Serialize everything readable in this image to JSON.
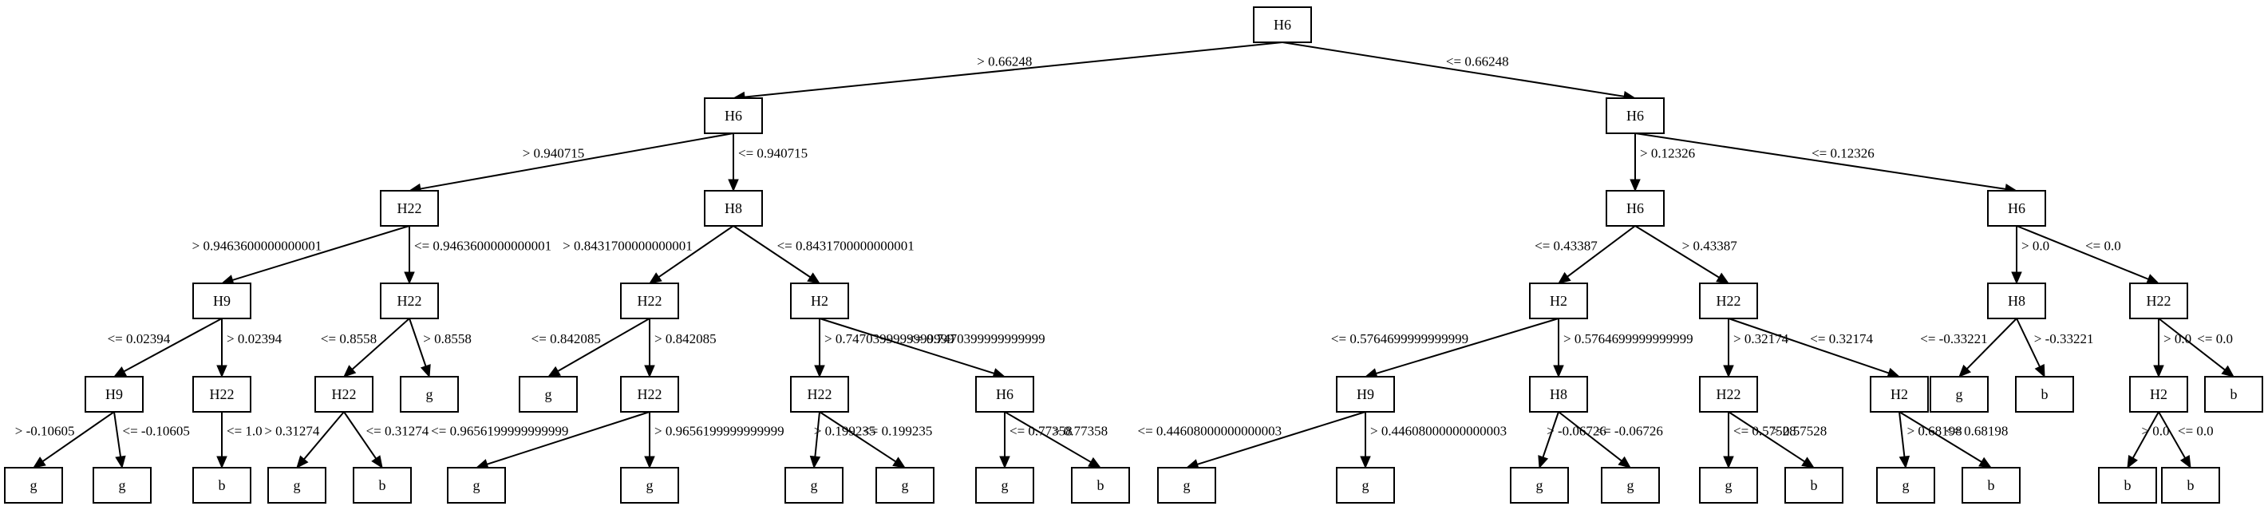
{
  "nodes": [
    {
      "id": "n0",
      "label": "H6"
    },
    {
      "id": "n1",
      "label": "H6"
    },
    {
      "id": "n2",
      "label": "H6"
    },
    {
      "id": "n3",
      "label": "H22"
    },
    {
      "id": "n4",
      "label": "H8"
    },
    {
      "id": "n5",
      "label": "H6"
    },
    {
      "id": "n6",
      "label": "H6"
    },
    {
      "id": "n7",
      "label": "H9"
    },
    {
      "id": "n8",
      "label": "H22"
    },
    {
      "id": "n9",
      "label": "H22"
    },
    {
      "id": "n10",
      "label": "H2"
    },
    {
      "id": "n11",
      "label": "H2"
    },
    {
      "id": "n12",
      "label": "H22"
    },
    {
      "id": "n13",
      "label": "H8"
    },
    {
      "id": "n14",
      "label": "H22"
    },
    {
      "id": "n15",
      "label": "H9"
    },
    {
      "id": "n16",
      "label": "H22"
    },
    {
      "id": "n17",
      "label": "H22"
    },
    {
      "id": "n18",
      "label": "g"
    },
    {
      "id": "n19",
      "label": "g"
    },
    {
      "id": "n20",
      "label": "H22"
    },
    {
      "id": "n21",
      "label": "H22"
    },
    {
      "id": "n22",
      "label": "H6"
    },
    {
      "id": "n23",
      "label": "H9"
    },
    {
      "id": "n24",
      "label": "H8"
    },
    {
      "id": "n25",
      "label": "H22"
    },
    {
      "id": "n26",
      "label": "H2"
    },
    {
      "id": "n27",
      "label": "g"
    },
    {
      "id": "n28",
      "label": "b"
    },
    {
      "id": "n29",
      "label": "H2"
    },
    {
      "id": "n30",
      "label": "b"
    },
    {
      "id": "n31",
      "label": "g"
    },
    {
      "id": "n32",
      "label": "g"
    },
    {
      "id": "n33",
      "label": "b"
    },
    {
      "id": "n34",
      "label": "g"
    },
    {
      "id": "n35",
      "label": "b"
    },
    {
      "id": "n36",
      "label": "g"
    },
    {
      "id": "n37",
      "label": "g"
    },
    {
      "id": "n38",
      "label": "g"
    },
    {
      "id": "n39",
      "label": "g"
    },
    {
      "id": "n40",
      "label": "g"
    },
    {
      "id": "n41",
      "label": "b"
    },
    {
      "id": "n42",
      "label": "g"
    },
    {
      "id": "n43",
      "label": "g"
    },
    {
      "id": "n44",
      "label": "g"
    },
    {
      "id": "n45",
      "label": "g"
    },
    {
      "id": "n46",
      "label": "g"
    },
    {
      "id": "n47",
      "label": "b"
    },
    {
      "id": "n48",
      "label": "g"
    },
    {
      "id": "n49",
      "label": "b"
    },
    {
      "id": "n50",
      "label": "b"
    },
    {
      "id": "n51",
      "label": "b"
    }
  ],
  "edges": [
    {
      "from": "n0",
      "to": "n1",
      "label": "> 0.66248"
    },
    {
      "from": "n0",
      "to": "n2",
      "label": "<= 0.66248"
    },
    {
      "from": "n1",
      "to": "n3",
      "label": "> 0.940715"
    },
    {
      "from": "n1",
      "to": "n4",
      "label": "<= 0.940715"
    },
    {
      "from": "n2",
      "to": "n5",
      "label": "> 0.12326"
    },
    {
      "from": "n2",
      "to": "n6",
      "label": "<= 0.12326"
    },
    {
      "from": "n3",
      "to": "n7",
      "label": "> 0.9463600000000001"
    },
    {
      "from": "n3",
      "to": "n8",
      "label": "<= 0.9463600000000001"
    },
    {
      "from": "n4",
      "to": "n9",
      "label": "> 0.8431700000000001"
    },
    {
      "from": "n4",
      "to": "n10",
      "label": "<= 0.8431700000000001"
    },
    {
      "from": "n5",
      "to": "n11",
      "label": "<= 0.43387"
    },
    {
      "from": "n5",
      "to": "n12",
      "label": "> 0.43387"
    },
    {
      "from": "n6",
      "to": "n13",
      "label": "> 0.0"
    },
    {
      "from": "n6",
      "to": "n14",
      "label": "<= 0.0"
    },
    {
      "from": "n7",
      "to": "n15",
      "label": "<= 0.02394"
    },
    {
      "from": "n7",
      "to": "n16",
      "label": "> 0.02394"
    },
    {
      "from": "n8",
      "to": "n17",
      "label": "<= 0.8558"
    },
    {
      "from": "n8",
      "to": "n18",
      "label": "> 0.8558"
    },
    {
      "from": "n9",
      "to": "n19",
      "label": "<= 0.842085"
    },
    {
      "from": "n9",
      "to": "n20",
      "label": "> 0.842085"
    },
    {
      "from": "n10",
      "to": "n21",
      "label": "> 0.7470399999999999"
    },
    {
      "from": "n10",
      "to": "n22",
      "label": "<= 0.7470399999999999"
    },
    {
      "from": "n11",
      "to": "n23",
      "label": "<= 0.5764699999999999"
    },
    {
      "from": "n11",
      "to": "n24",
      "label": "> 0.5764699999999999"
    },
    {
      "from": "n12",
      "to": "n25",
      "label": "> 0.32174"
    },
    {
      "from": "n12",
      "to": "n26",
      "label": "<= 0.32174"
    },
    {
      "from": "n13",
      "to": "n27",
      "label": "<= -0.33221"
    },
    {
      "from": "n13",
      "to": "n28",
      "label": "> -0.33221"
    },
    {
      "from": "n14",
      "to": "n29",
      "label": "> 0.0"
    },
    {
      "from": "n14",
      "to": "n30",
      "label": "<= 0.0"
    },
    {
      "from": "n15",
      "to": "n31",
      "label": "> -0.10605"
    },
    {
      "from": "n15",
      "to": "n32",
      "label": "<= -0.10605"
    },
    {
      "from": "n16",
      "to": "n33",
      "label": "<= 1.0"
    },
    {
      "from": "n17",
      "to": "n34",
      "label": "> 0.31274"
    },
    {
      "from": "n17",
      "to": "n35",
      "label": "<= 0.31274"
    },
    {
      "from": "n20",
      "to": "n36",
      "label": "<= 0.9656199999999999"
    },
    {
      "from": "n20",
      "to": "n37",
      "label": "> 0.9656199999999999"
    },
    {
      "from": "n21",
      "to": "n38",
      "label": "> 0.199235"
    },
    {
      "from": "n21",
      "to": "n39",
      "label": "<= 0.199235"
    },
    {
      "from": "n22",
      "to": "n40",
      "label": "<= 0.77358"
    },
    {
      "from": "n22",
      "to": "n41",
      "label": "> 0.77358"
    },
    {
      "from": "n23",
      "to": "n42",
      "label": "<= 0.44608000000000003"
    },
    {
      "from": "n23",
      "to": "n43",
      "label": "> 0.44608000000000003"
    },
    {
      "from": "n24",
      "to": "n44",
      "label": "> -0.06726"
    },
    {
      "from": "n24",
      "to": "n45",
      "label": "<= -0.06726"
    },
    {
      "from": "n25",
      "to": "n46",
      "label": "<= 0.57528"
    },
    {
      "from": "n25",
      "to": "n47",
      "label": "> 0.57528"
    },
    {
      "from": "n26",
      "to": "n48",
      "label": "> 0.68198"
    },
    {
      "from": "n26",
      "to": "n49",
      "label": "<= 0.68198"
    },
    {
      "from": "n29",
      "to": "n50",
      "label": "> 0.0"
    },
    {
      "from": "n29",
      "to": "n51",
      "label": "<= 0.0"
    }
  ]
}
